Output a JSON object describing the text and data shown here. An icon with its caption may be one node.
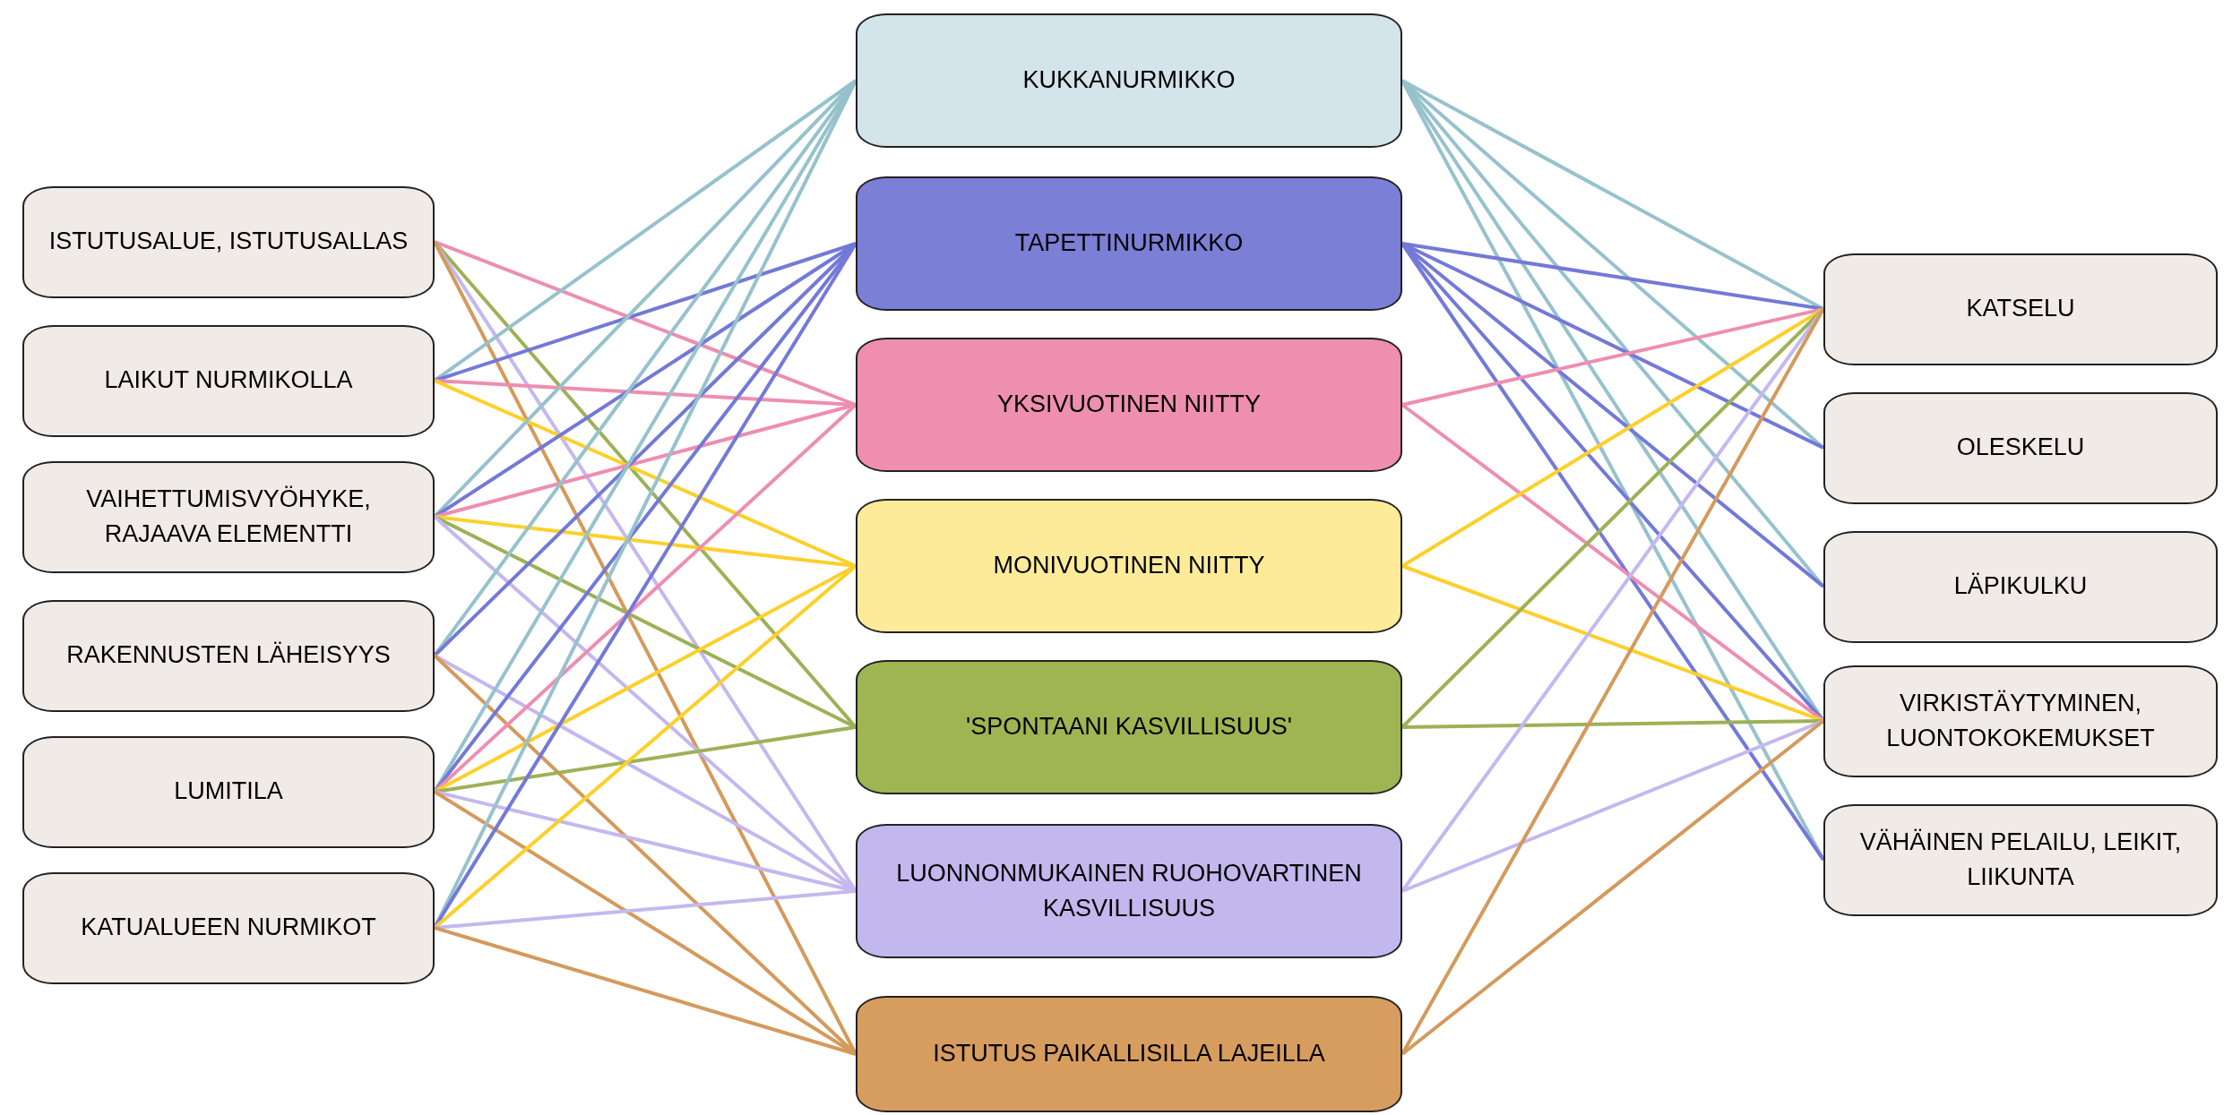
{
  "diagram": {
    "nodes": [
      {
        "text": [
          "ISTUTUSALUE, ISTUTUSALLAS"
        ]
      },
      {
        "text": [
          "LAIKUT NURMIKOLLA"
        ]
      },
      {
        "text": [
          "VAIHETTUMISVYÖHYKE, RAJAAVA ELEMENTTI"
        ]
      },
      {
        "text": [
          "RAKENNUSTEN LÄHEISYYS"
        ]
      },
      {
        "text": [
          "LUMITILA"
        ]
      },
      {
        "text": [
          "KATUALUEEN NURMIKOT"
        ]
      },
      {
        "text": [
          "KUKKANURMIKKO"
        ]
      },
      {
        "text": [
          "TAPETTINURMIKKO"
        ]
      },
      {
        "text": [
          "YKSIVUOTINEN NIITTY"
        ]
      },
      {
        "text": [
          "MONIVUOTINEN NIITTY"
        ]
      },
      {
        "text": [
          "'SPONTAANI KASVILLISUUS'"
        ]
      },
      {
        "text": [
          "LUONNONMUKAINEN RUOHOVARTINEN KASVILLISUUS"
        ]
      },
      {
        "text": [
          "ISTUTUS PAIKALLISILLA LAJEILLA"
        ]
      },
      {
        "text": [
          "KATSELU"
        ]
      },
      {
        "text": [
          "OLESKELU"
        ]
      },
      {
        "text": [
          "LÄPIKULKU"
        ]
      },
      {
        "text": [
          "VIRKISTÄYTYMINEN, LUONTOKOKEMUKSET"
        ]
      },
      {
        "text": [
          "VÄHÄINEN PELAILU, LEIKIT, LIIKUNTA"
        ]
      }
    ],
    "edges": [
      {
        "from": 0,
        "to": 8,
        "arrow": "none",
        "color": "#ee8db2"
      },
      {
        "from": 0,
        "to": 10,
        "arrow": "none",
        "color": "#9db156"
      },
      {
        "from": 0,
        "to": 11,
        "arrow": "none",
        "color": "#c4b8f0"
      },
      {
        "from": 0,
        "to": 12,
        "arrow": "none",
        "color": "#d49a5c"
      },
      {
        "from": 1,
        "to": 6,
        "arrow": "none",
        "color": "#96c2cc"
      },
      {
        "from": 1,
        "to": 7,
        "arrow": "none",
        "color": "#7379d8"
      },
      {
        "from": 1,
        "to": 8,
        "arrow": "none",
        "color": "#ee8db2"
      },
      {
        "from": 1,
        "to": 9,
        "arrow": "none",
        "color": "#fdd02a"
      },
      {
        "from": 2,
        "to": 6,
        "arrow": "none",
        "color": "#96c2cc"
      },
      {
        "from": 2,
        "to": 7,
        "arrow": "none",
        "color": "#7379d8"
      },
      {
        "from": 2,
        "to": 8,
        "arrow": "none",
        "color": "#ee8db2"
      },
      {
        "from": 2,
        "to": 9,
        "arrow": "none",
        "color": "#fdd02a"
      },
      {
        "from": 2,
        "to": 10,
        "arrow": "none",
        "color": "#9db156"
      },
      {
        "from": 2,
        "to": 11,
        "arrow": "none",
        "color": "#c4b8f0"
      },
      {
        "from": 3,
        "to": 6,
        "arrow": "none",
        "color": "#96c2cc"
      },
      {
        "from": 3,
        "to": 7,
        "arrow": "none",
        "color": "#7379d8"
      },
      {
        "from": 3,
        "to": 11,
        "arrow": "none",
        "color": "#c4b8f0"
      },
      {
        "from": 3,
        "to": 12,
        "arrow": "none",
        "color": "#d49a5c"
      },
      {
        "from": 4,
        "to": 6,
        "arrow": "none",
        "color": "#96c2cc"
      },
      {
        "from": 4,
        "to": 7,
        "arrow": "none",
        "color": "#7379d8"
      },
      {
        "from": 4,
        "to": 8,
        "arrow": "none",
        "color": "#ee8db2"
      },
      {
        "from": 4,
        "to": 9,
        "arrow": "none",
        "color": "#fdd02a"
      },
      {
        "from": 4,
        "to": 10,
        "arrow": "none",
        "color": "#9db156"
      },
      {
        "from": 4,
        "to": 11,
        "arrow": "none",
        "color": "#c4b8f0"
      },
      {
        "from": 4,
        "to": 12,
        "arrow": "none",
        "color": "#d49a5c"
      },
      {
        "from": 5,
        "to": 6,
        "arrow": "none",
        "color": "#96c2cc"
      },
      {
        "from": 5,
        "to": 7,
        "arrow": "none",
        "color": "#7379d8"
      },
      {
        "from": 5,
        "to": 9,
        "arrow": "none",
        "color": "#fdd02a"
      },
      {
        "from": 5,
        "to": 11,
        "arrow": "none",
        "color": "#c4b8f0"
      },
      {
        "from": 5,
        "to": 12,
        "arrow": "none",
        "color": "#d49a5c"
      },
      {
        "from": 6,
        "to": 13,
        "arrow": "none",
        "color": "#96c2cc"
      },
      {
        "from": 6,
        "to": 14,
        "arrow": "none",
        "color": "#96c2cc"
      },
      {
        "from": 6,
        "to": 15,
        "arrow": "none",
        "color": "#96c2cc"
      },
      {
        "from": 6,
        "to": 16,
        "arrow": "none",
        "color": "#96c2cc"
      },
      {
        "from": 6,
        "to": 17,
        "arrow": "none",
        "color": "#96c2cc"
      },
      {
        "from": 7,
        "to": 13,
        "arrow": "none",
        "color": "#7379d8"
      },
      {
        "from": 7,
        "to": 14,
        "arrow": "none",
        "color": "#7379d8"
      },
      {
        "from": 7,
        "to": 15,
        "arrow": "none",
        "color": "#7379d8"
      },
      {
        "from": 7,
        "to": 16,
        "arrow": "none",
        "color": "#7379d8"
      },
      {
        "from": 7,
        "to": 17,
        "arrow": "none",
        "color": "#7379d8"
      },
      {
        "from": 8,
        "to": 13,
        "arrow": "none",
        "color": "#ee8db2"
      },
      {
        "from": 8,
        "to": 16,
        "arrow": "none",
        "color": "#ee8db2"
      },
      {
        "from": 9,
        "to": 13,
        "arrow": "none",
        "color": "#fdd02a"
      },
      {
        "from": 9,
        "to": 16,
        "arrow": "none",
        "color": "#fdd02a"
      },
      {
        "from": 10,
        "to": 13,
        "arrow": "none",
        "color": "#9db156"
      },
      {
        "from": 10,
        "to": 16,
        "arrow": "none",
        "color": "#9db156"
      },
      {
        "from": 11,
        "to": 13,
        "arrow": "none",
        "color": "#c4b8f0"
      },
      {
        "from": 11,
        "to": 16,
        "arrow": "none",
        "color": "#c4b8f0"
      },
      {
        "from": 12,
        "to": 13,
        "arrow": "none",
        "color": "#d49a5c"
      },
      {
        "from": 12,
        "to": 16,
        "arrow": "none",
        "color": "#d49a5c"
      }
    ]
  }
}
